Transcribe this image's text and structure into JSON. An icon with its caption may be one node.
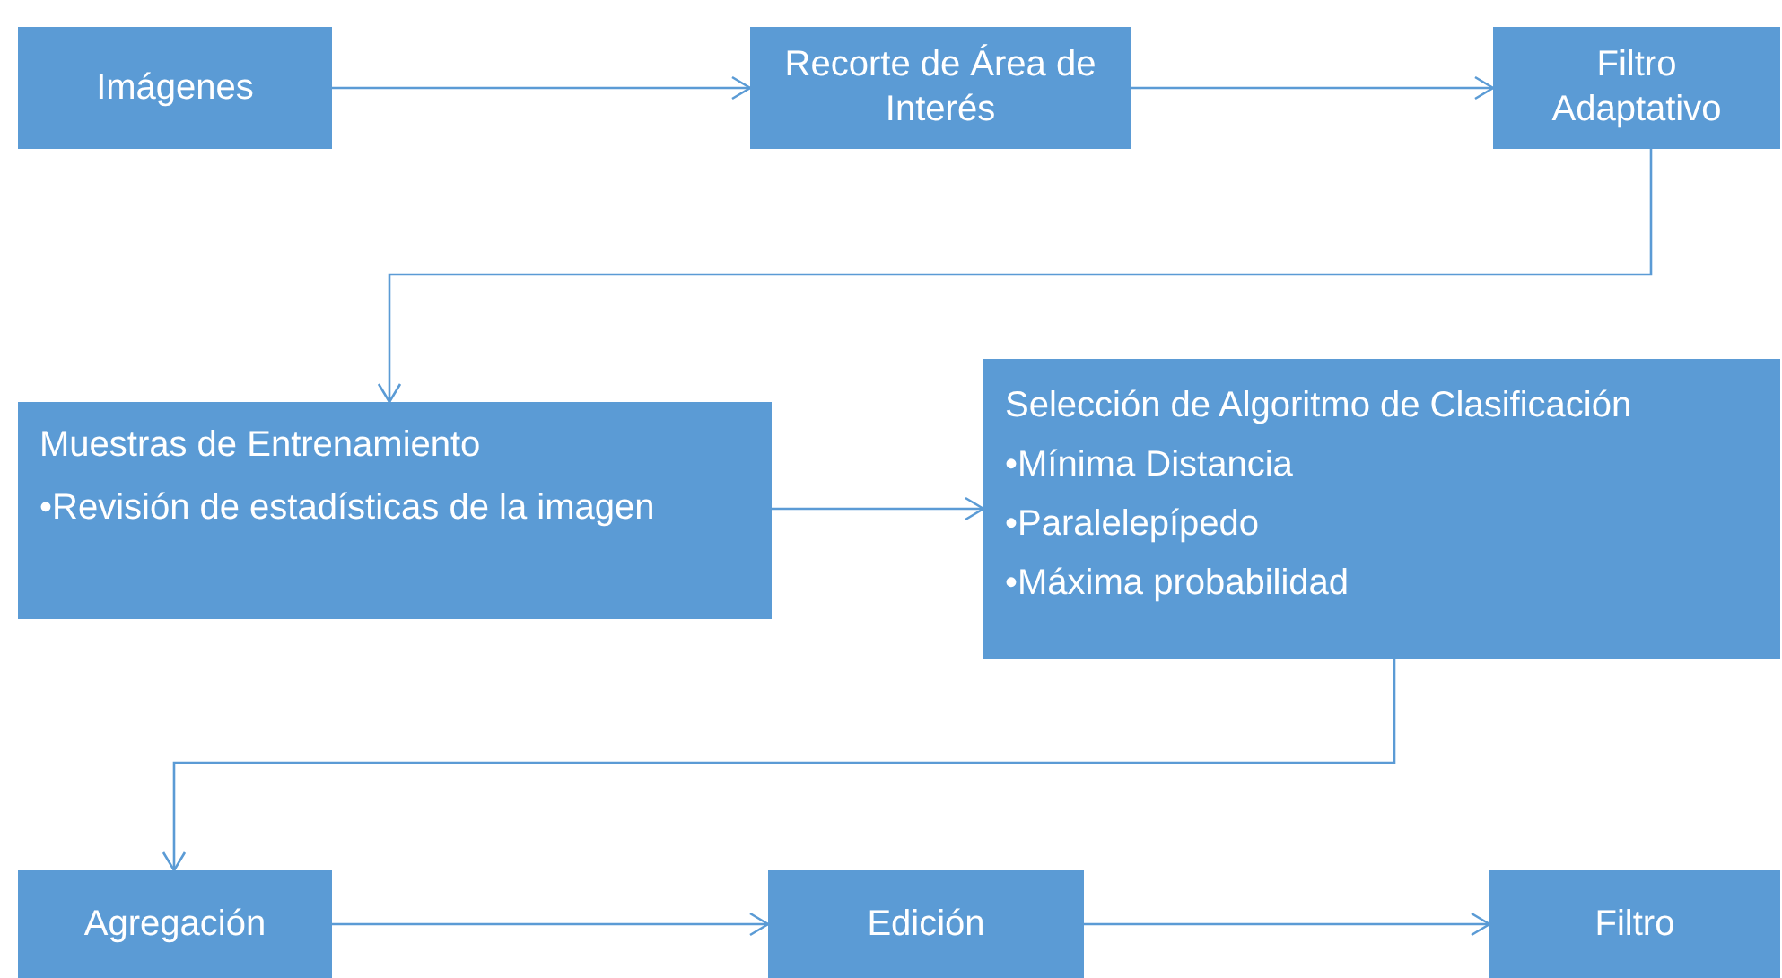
{
  "diagram": {
    "nodes": [
      {
        "text": [
          "Imágenes"
        ]
      },
      {
        "text": [
          "Recorte de Área de Interés"
        ]
      },
      {
        "text": [
          "Filtro Adaptativo"
        ]
      },
      {
        "text": [
          "Muestras de Entrenamiento",
          "•Revisión de estadísticas de la imagen"
        ]
      },
      {
        "text": [
          "Selección de Algoritmo de Clasificación",
          "•Mínima Distancia",
          "•Paralelepípedo",
          "•Máxima probabilidad"
        ]
      },
      {
        "text": [
          "Agregación"
        ]
      },
      {
        "text": [
          "Edición"
        ]
      },
      {
        "text": [
          "Filtro"
        ]
      }
    ],
    "edges": [
      {
        "from": 0,
        "to": 1,
        "arrow": "to"
      },
      {
        "from": 1,
        "to": 2,
        "arrow": "to"
      },
      {
        "from": 2,
        "to": 3,
        "arrow": "to"
      },
      {
        "from": 3,
        "to": 4,
        "arrow": "to"
      },
      {
        "from": 4,
        "to": 5,
        "arrow": "to"
      },
      {
        "from": 5,
        "to": 6,
        "arrow": "to"
      },
      {
        "from": 6,
        "to": 7,
        "arrow": "to"
      }
    ]
  }
}
